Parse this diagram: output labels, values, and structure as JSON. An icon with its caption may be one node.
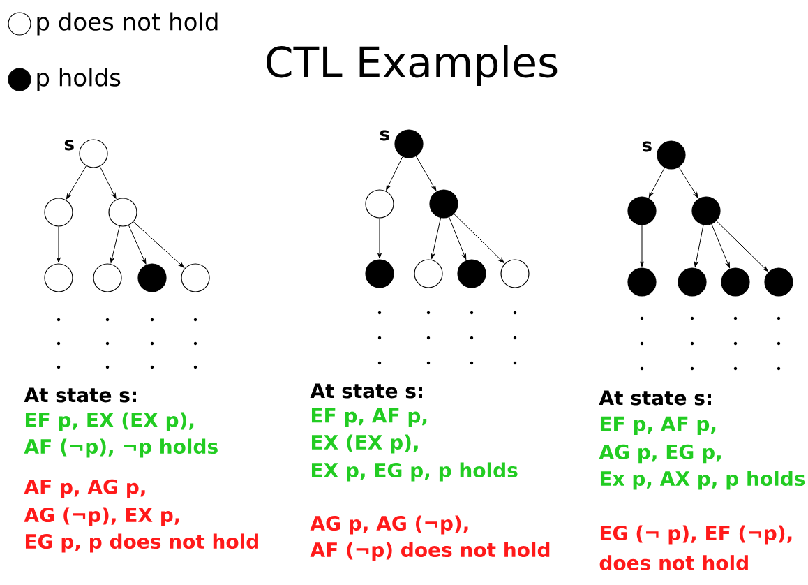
{
  "diagram": {
    "title": "CTL Examples",
    "nodes": [
      {
        "text": [],
        "shape": "circle",
        "beside": [
          "s"
        ]
      },
      {
        "text": [],
        "shape": "circle"
      },
      {
        "text": [],
        "shape": "circle"
      },
      {
        "text": [],
        "shape": "circle"
      },
      {
        "text": [],
        "shape": "circle"
      },
      {
        "text": [],
        "shape": "dot"
      },
      {
        "text": [],
        "shape": "circle"
      },
      {
        "text": [],
        "shape": "dot",
        "beside": [
          "s"
        ]
      },
      {
        "text": [],
        "shape": "circle"
      },
      {
        "text": [],
        "shape": "dot"
      },
      {
        "text": [],
        "shape": "dot"
      },
      {
        "text": [],
        "shape": "circle"
      },
      {
        "text": [],
        "shape": "dot"
      },
      {
        "text": [],
        "shape": "circle"
      },
      {
        "text": [],
        "shape": "dot",
        "beside": [
          "s"
        ]
      },
      {
        "text": [],
        "shape": "dot"
      },
      {
        "text": [],
        "shape": "dot"
      },
      {
        "text": [],
        "shape": "dot"
      },
      {
        "text": [],
        "shape": "dot"
      },
      {
        "text": [],
        "shape": "dot"
      },
      {
        "text": [],
        "shape": "dot"
      }
    ],
    "edges": [
      {
        "from": 0,
        "to": 1,
        "arrow": "to"
      },
      {
        "from": 0,
        "to": 2,
        "arrow": "to"
      },
      {
        "from": 1,
        "to": 3,
        "arrow": "to"
      },
      {
        "from": 2,
        "to": 4,
        "arrow": "to"
      },
      {
        "from": 2,
        "to": 5,
        "arrow": "to"
      },
      {
        "from": 2,
        "to": 6,
        "arrow": "to"
      },
      {
        "from": 7,
        "to": 8,
        "arrow": "to"
      },
      {
        "from": 7,
        "to": 9,
        "arrow": "to"
      },
      {
        "from": 8,
        "to": 10,
        "arrow": "to"
      },
      {
        "from": 9,
        "to": 11,
        "arrow": "to"
      },
      {
        "from": 9,
        "to": 12,
        "arrow": "to"
      },
      {
        "from": 9,
        "to": 13,
        "arrow": "to"
      },
      {
        "from": 14,
        "to": 15,
        "arrow": "to"
      },
      {
        "from": 14,
        "to": 16,
        "arrow": "to"
      },
      {
        "from": 15,
        "to": 17,
        "arrow": "to"
      },
      {
        "from": 16,
        "to": 18,
        "arrow": "to"
      },
      {
        "from": 16,
        "to": 19,
        "arrow": "to"
      },
      {
        "from": 16,
        "to": 20,
        "arrow": "to"
      }
    ],
    "labels": [
      "At state s:",
      "EF p, EX (EX p),",
      "AF (¬p), ¬p holds",
      "AF p, AG p,",
      "AG (¬p), EX p,",
      "EG p, p does not hold",
      "At state s:",
      "EF p, AF p,",
      "EX (EX p),",
      "EX p, EG p, p holds",
      "AG p, AG (¬p),",
      "AF (¬p) does not hold",
      "At state s:",
      "EF p, AF p,",
      "AG p, EG p,",
      "Ex p, AX p, p holds",
      "EG (¬ p), EF (¬p),",
      "does not hold"
    ],
    "legend": [
      {
        "text": "p does not hold"
      },
      {
        "text": "p holds",
        "color": "#000000"
      }
    ]
  }
}
